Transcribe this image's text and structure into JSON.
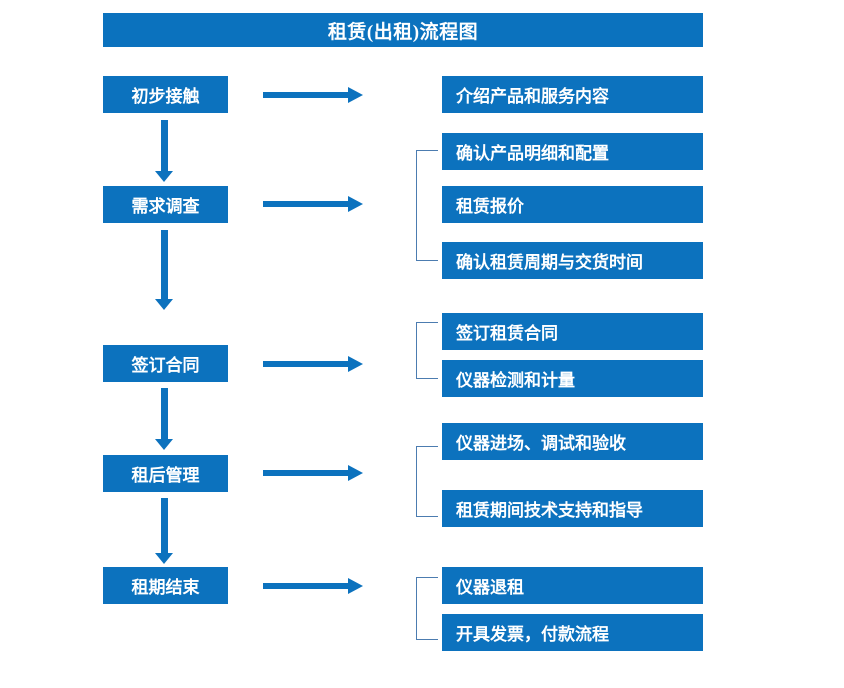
{
  "diagram": {
    "title": "租赁(出租)流程图",
    "colors": {
      "box_fill": "#0C72BE",
      "title_fill": "#0B72BE",
      "text": "#FFFFFF",
      "bracket_line": "#4C7CB0",
      "arrow": "#0C72BE",
      "background": "#FFFFFF"
    },
    "stages": [
      {
        "label": "初步接触",
        "details": [
          "介绍产品和服务内容"
        ],
        "bracketed": false
      },
      {
        "label": "需求调查",
        "details": [
          "确认产品明细和配置",
          "租赁报价",
          "确认租赁周期与交货时间"
        ],
        "bracketed": true
      },
      {
        "label": "签订合同",
        "details": [
          "签订租赁合同",
          "仪器检测和计量"
        ],
        "bracketed": true
      },
      {
        "label": "租后管理",
        "details": [
          "仪器进场、调试和验收",
          "租赁期间技术支持和指导"
        ],
        "bracketed": true
      },
      {
        "label": "租期结束",
        "details": [
          "仪器退租",
          "开具发票，付款流程"
        ],
        "bracketed": true
      }
    ]
  }
}
